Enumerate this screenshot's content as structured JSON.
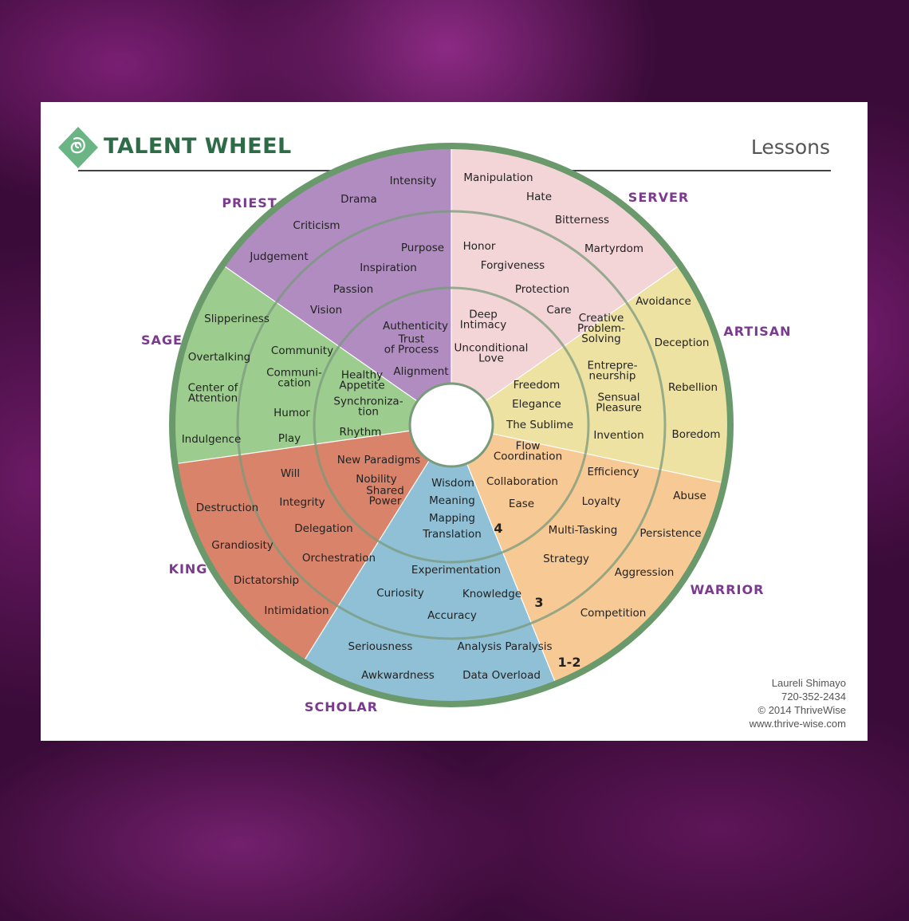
{
  "header": {
    "title": "TALENT WHEEL",
    "subtitle": "Lessons"
  },
  "colors": {
    "priest": "#b08cc0",
    "server": "#f3d4d7",
    "artisan": "#eee2a2",
    "warrior": "#f7c994",
    "scholar": "#8fc0d6",
    "king": "#d9836a",
    "sage": "#9ccd8e",
    "ring_stroke": "#7a9a7c",
    "role_label": "#7a3a8e",
    "logo": "#6bb585"
  },
  "wheel": {
    "roles": [
      {
        "key": "priest",
        "name": "PRIEST"
      },
      {
        "key": "server",
        "name": "SERVER"
      },
      {
        "key": "artisan",
        "name": "ARTISAN"
      },
      {
        "key": "warrior",
        "name": "WARRIOR"
      },
      {
        "key": "scholar",
        "name": "SCHOLAR"
      },
      {
        "key": "king",
        "name": "KING"
      },
      {
        "key": "sage",
        "name": "SAGE"
      }
    ],
    "level_labels": [
      "1-2",
      "3",
      "4"
    ],
    "terms": {
      "priest": {
        "outer": [
          "Intensity",
          "Drama",
          "Criticism",
          "Judgement"
        ],
        "middle": [
          "Purpose",
          "Inspiration",
          "Passion",
          "Vision"
        ],
        "inner": [
          "Authenticity",
          "Trust\nof Process",
          "Alignment"
        ]
      },
      "server": {
        "outer": [
          "Manipulation",
          "Hate",
          "Bitterness",
          "Martyrdom"
        ],
        "middle": [
          "Honor",
          "Forgiveness",
          "Protection",
          "Care"
        ],
        "inner": [
          "Deep\nIntimacy",
          "Unconditional\nLove"
        ]
      },
      "artisan": {
        "outer": [
          "Avoidance",
          "Deception",
          "Rebellion",
          "Boredom"
        ],
        "middle": [
          "Creative\nProblem-\nSolving",
          "Entrepre-\nneurship",
          "Sensual\nPleasure",
          "Invention"
        ],
        "inner": [
          "Freedom",
          "Elegance",
          "The Sublime"
        ]
      },
      "warrior": {
        "outer": [
          "Abuse",
          "Persistence",
          "Aggression",
          "Competition"
        ],
        "middle": [
          "Efficiency",
          "Loyalty",
          "Multi-Tasking",
          "Strategy"
        ],
        "inner": [
          "Flow\nCoordination",
          "Collaboration",
          "Ease"
        ]
      },
      "scholar": {
        "outer": [
          "Seriousness",
          "Analysis Paralysis",
          "Awkwardness",
          "Data Overload"
        ],
        "middle": [
          "Experimentation",
          "Curiosity",
          "Knowledge",
          "Accuracy"
        ],
        "inner": [
          "Wisdom",
          "Meaning",
          "Mapping",
          "Translation"
        ]
      },
      "king": {
        "outer": [
          "Destruction",
          "Grandiosity",
          "Dictatorship",
          "Intimidation"
        ],
        "middle": [
          "Will",
          "Integrity",
          "Delegation",
          "Orchestration"
        ],
        "inner": [
          "New Paradigms",
          "Nobility",
          "Shared\nPower"
        ]
      },
      "sage": {
        "outer": [
          "Slipperiness",
          "Overtalking",
          "Center of\nAttention",
          "Indulgence"
        ],
        "middle": [
          "Community",
          "Communi-\ncation",
          "Humor",
          "Play"
        ],
        "inner": [
          "Healthy\nAppetite",
          "Synchroniza-\ntion",
          "Rhythm"
        ]
      }
    }
  },
  "credits": {
    "name": "Laureli Shimayo",
    "phone": "720-352-2434",
    "copyright": "© 2014  ThriveWise",
    "website": "www.thrive-wise.com"
  }
}
